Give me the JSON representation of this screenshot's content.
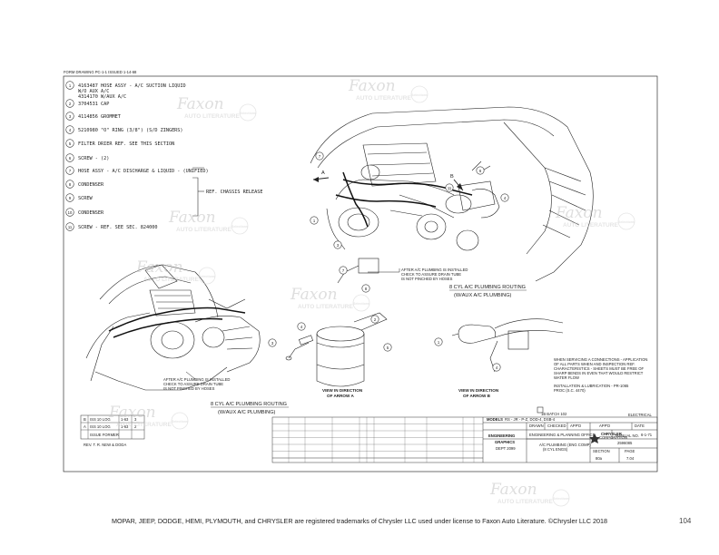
{
  "doc": {
    "top_ref": "FORM DRAWING PC-1-1 ISSUED 1-14-68",
    "footer": "MOPAR, JEEP, DODGE, HEMI, PLYMOUTH, and CHRYSLER are registered trademarks of Chrysler LLC used under license to Faxon Auto Literature. ©Chrysler LLC 2018",
    "page_number": "104"
  },
  "watermark": {
    "brand": "Faxon",
    "sub": "AUTO LITERATURE",
    "seal": "Selections"
  },
  "parts": [
    {
      "num": "1",
      "text": "4163487  HOSE ASSY - A/C SUCTION LIQUID"
    },
    {
      "num": "",
      "text": "            W/O AUX A/C"
    },
    {
      "num": "",
      "text": "4314170     W/AUX A/C"
    },
    {
      "num": "2",
      "text": "3704531  CAP"
    },
    {
      "num": "3",
      "text": "4114856  GROMMET"
    },
    {
      "num": "4",
      "text": "5210980  \"O\" RING (3/8\") (S/D ZINGERS)"
    },
    {
      "num": "5",
      "text": "FILTER DRIER   REF. SEE THIS SECTION"
    },
    {
      "num": "6",
      "text": "SCREW - (2)"
    },
    {
      "num": "7",
      "text": "HOSE ASSY - A/C DISCHARGE & LIQUID - (UNIFIED)"
    },
    {
      "num": "8",
      "text": "CONDENSER"
    },
    {
      "num": "9",
      "text": "SCREW"
    },
    {
      "num": "10",
      "text": "CONDENSER"
    },
    {
      "num": "11",
      "text": "SCREW - REF. SEE SEC. 824000"
    }
  ],
  "brace_note": "REF. CHASSIS RELEASE",
  "notes": {
    "top_note": [
      "AFTER A/C PLUMBING IS INSTALLED",
      "CHECK TO ASSURE DRAIN TUBE",
      "IS NOT PINCHED BY HOSES"
    ],
    "left_note": [
      "AFTER A/C PLUMBING IS INSTALLED",
      "CHECK TO ASSURE DRAIN TUBE",
      "IS NOT PINCHED BY HOSES"
    ],
    "right_note": [
      "WHEN SERVICING A CONNECTIONS - APPLICATION",
      "OF ALL PARTS WHEN AND INSPECTION REF.",
      "CHARACTERISTICS - SHEETS MUST BE FREE OF",
      "SHARP BENDS IN EVEN THAT WOULD RESTRICT",
      "WATER FLOW"
    ],
    "install_note": [
      "INSTALLATION & LUBRICATION - PR-1065",
      "PROC (S.C. 4470)"
    ]
  },
  "titles": {
    "eight_cyl_top": "8 CYL A/C PLUMBING ROUTING",
    "eight_cyl_top_sub": "(W/AUX A/C PLUMBING)",
    "eight_cyl_left": "8 CYL A/C PLUMBING ROUTING",
    "eight_cyl_left_sub": "(W/AUX A/C PLUMBING)",
    "view_a_1": "VIEW IN DIRECTION",
    "view_a_2": "OF ARROW A",
    "view_b_1": "VIEW IN DIRECTION",
    "view_b_2": "OF ARROW B"
  },
  "callouts": {
    "arrow_a": "A",
    "arrow_b": "B"
  },
  "title_block": {
    "models_label": "MODELS",
    "models": "RS - JR - P-Z, DOD-4, DSB-4",
    "electrical": "ELECTRICAL",
    "drawn": "DRAWN",
    "checked": "CHECKED",
    "appd1": "APP'D",
    "appd2": "APP'D",
    "date_label": "DATE",
    "date": "6-1-71",
    "engineering": "ENGINEERING",
    "graphics": "GRAPHICS",
    "dept": "DEPT 2099",
    "eng_sub": "ENGINEERING & PLANNING OFFICE",
    "chrysler": "CHRYSLER",
    "chrysler_sub": "CORPORATION",
    "desc1": "A/C PLUMBING (ENG COMP)",
    "desc2": "(8 CYL ENGS)",
    "manual_no_label": "MANUAL NO.",
    "manual_no": "2596085",
    "section_label": "SECTION",
    "section": "80a",
    "page_label": "PAGE",
    "page": "7.04",
    "batch": "1B BATCH 102"
  },
  "left_table": {
    "rows": [
      [
        "B",
        "ISS 10 LOG",
        "1-63",
        "3"
      ],
      [
        "A",
        "ISS 10 LOG",
        "1-63",
        "2"
      ],
      [
        "",
        "ISSUE FORMER",
        "",
        ""
      ]
    ],
    "rev_line": "REV.  T. R.  NEW & DODA"
  }
}
